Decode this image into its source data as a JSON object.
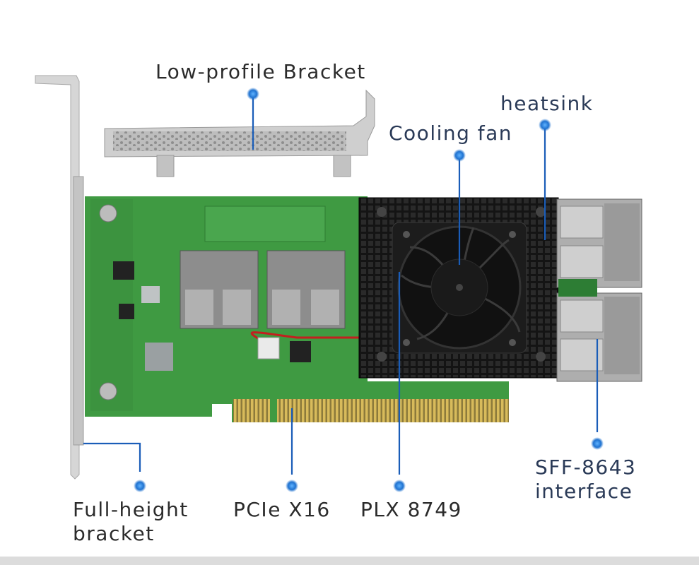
{
  "labels": {
    "low_profile_bracket": "Low-profile Bracket",
    "heatsink": "heatsink",
    "cooling_fan": "Cooling fan",
    "full_height_bracket_line1": "Full-height",
    "full_height_bracket_line2": "bracket",
    "pcie": "PCIe X16",
    "plx": "PLX 8749",
    "sff_line1": "SFF-8643",
    "sff_line2": "interface"
  },
  "colors": {
    "pcb_green": "#3f9a42",
    "heatsink_black": "#1b1b1b",
    "gold_contacts": "#c9a94a",
    "bracket_silver": "#c9c9c9",
    "callout_blue": "#1d6fc9"
  },
  "icons": [
    "callout-dot"
  ]
}
